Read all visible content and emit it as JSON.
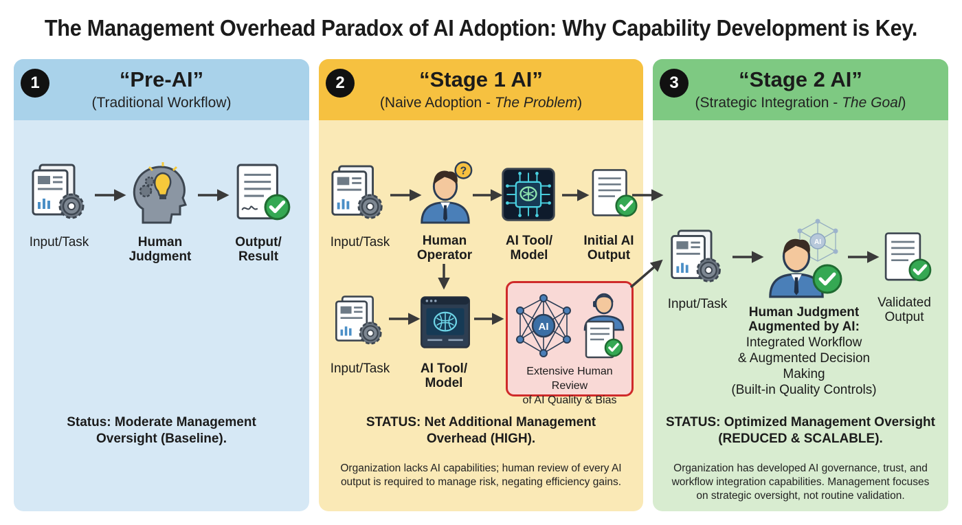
{
  "title": "The Management Overhead Paradox of AI Adoption: Why Capability Development is Key.",
  "panels": [
    {
      "number": "1",
      "heading": "“Pre-AI”",
      "subtitle": "(Traditional Workflow)",
      "color": "#a9d2ea",
      "nodes": {
        "input": "Input/Task",
        "judgment_1": "Human",
        "judgment_2": "Judgment",
        "output_1": "Output/",
        "output_2": "Result"
      },
      "status_1": "Status: Moderate Management",
      "status_2": "Oversight (Baseline)."
    },
    {
      "number": "2",
      "heading": "“Stage 1 AI”",
      "subtitle_plain": "(Naive Adoption - ",
      "subtitle_italic": "The Problem",
      "subtitle_close": ")",
      "color": "#f6c140",
      "nodes": {
        "input_top": "Input/Task",
        "operator_1": "Human",
        "operator_2": "Operator",
        "tool_top_1": "AI Tool/",
        "tool_top_2": "Model",
        "initial_1": "Initial AI",
        "initial_2": "Output",
        "input_bottom": "Input/Task",
        "tool_bottom_1": "AI Tool/",
        "tool_bottom_2": "Model",
        "review_1": "Extensive Human Review",
        "review_2": "of AI Quality & Bias",
        "ai_badge": "AI"
      },
      "status_1": "STATUS: Net Additional Management",
      "status_2": "Overhead (HIGH).",
      "note_1": "Organization lacks AI capabilities; human review of every AI",
      "note_2": "output is required to manage risk, negating efficiency gains."
    },
    {
      "number": "3",
      "heading": "“Stage 2 AI”",
      "subtitle_plain": "(Strategic Integration - ",
      "subtitle_italic": "The Goal",
      "subtitle_close": ")",
      "color": "#7ec982",
      "nodes": {
        "input": "Input/Task",
        "augmented_1": "Human Judgment",
        "augmented_2": "Augmented by AI:",
        "augmented_3": "Integrated Workflow",
        "augmented_4": "& Augmented Decision",
        "augmented_5": "Making",
        "augmented_6": "(Built-in Quality Controls)",
        "validated_1": "Validated",
        "validated_2": "Output",
        "ai_badge": "AI"
      },
      "status_1": "STATUS: Optimized Management Oversight",
      "status_2": "(REDUCED & SCALABLE).",
      "note_1": "Organization has developed AI governance, trust, and",
      "note_2": "workflow integration capabilities. Management focuses",
      "note_3": "on strategic oversight, not routine validation."
    }
  ]
}
